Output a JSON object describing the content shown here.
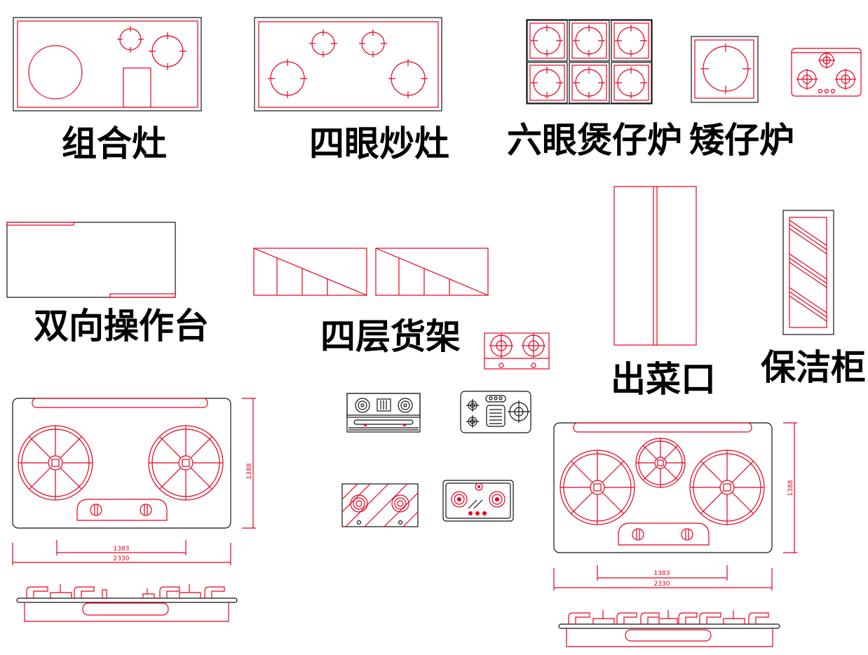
{
  "labels": {
    "combo_stove": "组合灶",
    "four_eye_wok_stove": "四眼炒灶",
    "six_eye_claypot_stove": "六眼煲仔炉",
    "low_stove": "矮仔炉",
    "dual_work_table": "双向操作台",
    "four_tier_shelf": "四层货架",
    "serving_window": "出菜口",
    "sanitizing_cabinet": "保洁柜"
  },
  "dimensions": {
    "left_inner_width": "1383",
    "left_outer_width": "2330",
    "left_height": "1388",
    "right_inner_width": "1383",
    "right_outer_width": "2330",
    "right_height": "1388"
  },
  "colors": {
    "line_red": "#e8001c",
    "line_black": "#111111",
    "background": "#ffffff"
  }
}
